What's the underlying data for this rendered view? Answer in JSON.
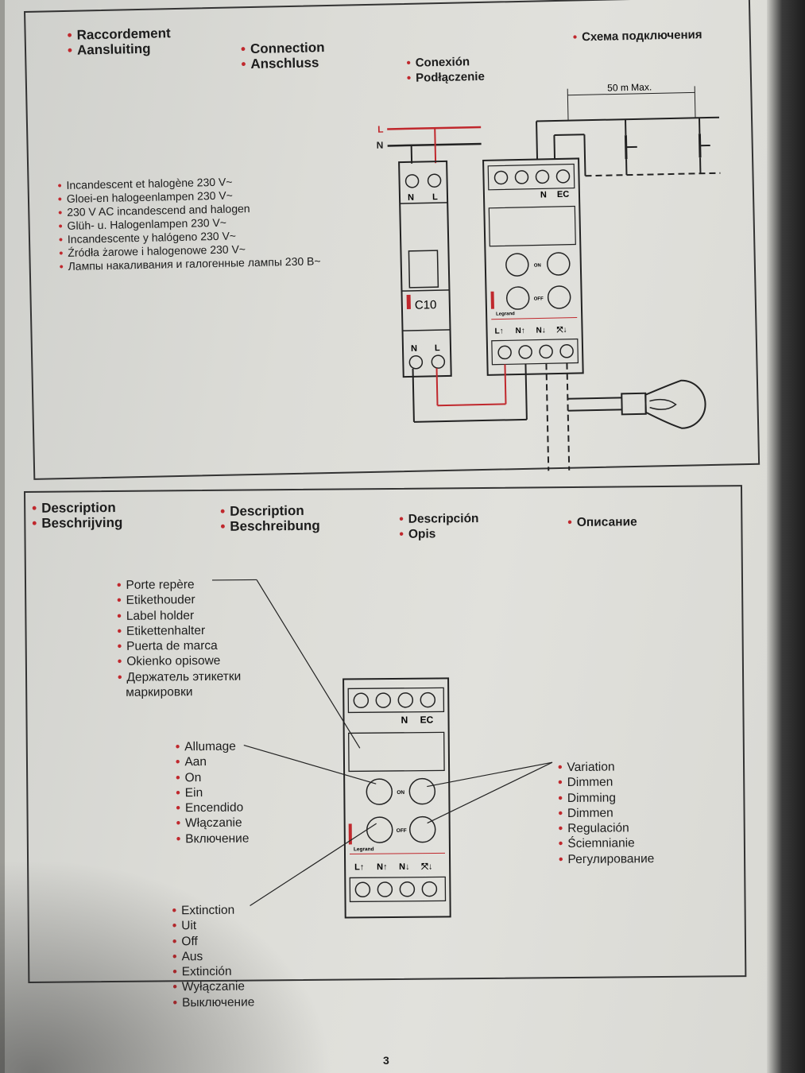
{
  "connection": {
    "titles": [
      [
        "Raccordement",
        "Aansluiting"
      ],
      [
        "Connection",
        "Anschluss"
      ],
      [
        "Conexión",
        "Podłączenie"
      ],
      [
        "Схема подключения"
      ]
    ],
    "loads": [
      "Incandescent et halogène 230 V~",
      "Gloei-en halogeenlampen 230 V~",
      "230 V AC incandescend and halogen",
      "Glüh- u. Halogenlampen 230 V~",
      "Incandescente y halógeno 230 V~",
      "Źródła żarowe i halogenowe 230 V~",
      "Лампы накаливания и галогенные лампы 230 В~"
    ],
    "wiring": {
      "L": "L",
      "N": "N",
      "distance": "50 m Max.",
      "breaker_label": "C10",
      "breaker_top": [
        "N",
        "L"
      ],
      "breaker_bottom": [
        "N",
        "L"
      ],
      "dimmer_top": [
        "N",
        "EC"
      ],
      "dimmer_bottom": [
        "L↑",
        "N↑",
        "N↓",
        "⤧↓"
      ],
      "brand": "Legrand",
      "btn_on": "ON",
      "btn_off": "OFF"
    }
  },
  "description": {
    "titles": [
      [
        "Description",
        "Beschrijving"
      ],
      [
        "Description",
        "Beschreibung"
      ],
      [
        "Descripción",
        "Opis"
      ],
      [
        "Описание"
      ]
    ],
    "label_holder": [
      "Porte repère",
      "Etikethouder",
      "Label holder",
      "Etikettenhalter",
      "Puerta de marca",
      "Okienko opisowe",
      "Держатель этикетки",
      "маркировки"
    ],
    "on": [
      "Allumage",
      "Aan",
      "On",
      "Ein",
      "Encendido",
      "Włączanie",
      "Включение"
    ],
    "off": [
      "Extinction",
      "Uit",
      "Off",
      "Aus",
      "Extinción",
      "Wyłączanie",
      "Выключение"
    ],
    "dimming": [
      "Variation",
      "Dimmen",
      "Dimming",
      "Dimmen",
      "Regulación",
      "Ściemnianie",
      "Регулирование"
    ],
    "device": {
      "top": [
        "N",
        "EC"
      ],
      "bottom": [
        "L↑",
        "N↑",
        "N↓",
        "⤧↓"
      ],
      "brand": "Legrand",
      "btn_on": "ON",
      "btn_off": "OFF"
    }
  },
  "page_number": "3",
  "colors": {
    "bullet": "#c0282d",
    "line": "#222222",
    "accent": "#c0282d"
  }
}
